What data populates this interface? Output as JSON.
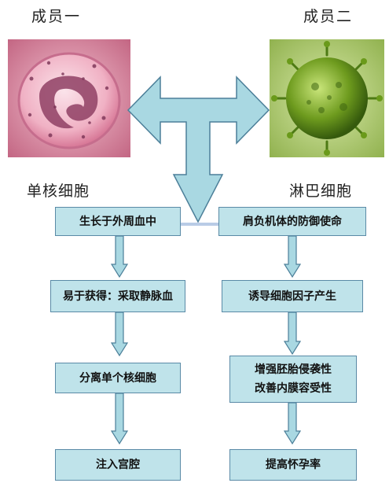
{
  "members": {
    "left": {
      "label": "成员一",
      "cell": "单核细胞"
    },
    "right": {
      "label": "成员二",
      "cell": "淋巴细胞"
    }
  },
  "left_flow": [
    "生长于外周血中",
    "易于获得：采取静脉血",
    "分离单个核细胞",
    "注入宫腔"
  ],
  "right_flow": [
    "肩负机体的防御使命",
    "诱导细胞因子产生",
    [
      "增强胚胎侵袭性",
      "改善内膜容受性"
    ],
    "提高怀孕率"
  ],
  "colors": {
    "box_fill": "#bfe3ea",
    "box_border": "#5a8aa6",
    "arrow_fill": "#a9d8e2",
    "arrow_stroke": "#4c7f99",
    "monocyte": "#e08aa6",
    "lymphocyte": "#7fb02e"
  },
  "icons": {
    "left_image": "monocyte-cell-illustration",
    "right_image": "lymphocyte-cell-illustration"
  }
}
